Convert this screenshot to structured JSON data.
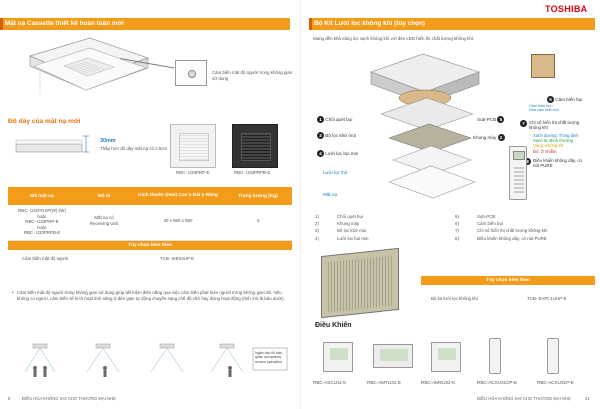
{
  "brand": "TOSHIBA",
  "left": {
    "header": "Mặt nạ Cassette thiết kế hoàn toàn mới",
    "sensor_callout": "Cảm biến mặt độ người trong không gian sử dụng",
    "thickness_title": "Độ dày của mặt nạ mới",
    "thickness_value": "30mm",
    "thickness_note": "Thấp hơn độ dày mặt nạ cũ 2.5cm",
    "panel_white_label": "RBC- U33PRP-E",
    "panel_black_label": "RBC- U33PRPB-E",
    "table": {
      "headers": [
        "Mã mặt nạ",
        "Mô tả",
        "Kích thước (mm) Cao x Dài x Rộng",
        "Trọng lượng (Kg)"
      ],
      "model_lines": [
        "RBC- U31PGXP(W)-(W)",
        "hoặc",
        "RBC- U33PRP-E",
        "hoặc",
        "RBC- U33PRPB-E"
      ],
      "description_lines": [
        "Mặt nạ có",
        "Receiving Unit"
      ],
      "size": "30 x 950 x 950",
      "weight": "4",
      "option_header": "Tùy chọn kèm theo",
      "option_name": "Cảm biến mật độ người",
      "option_code": "TCB- SIR33UP-E"
    },
    "bullet": "Cảm biến mật độ người trong không gian sử dụng giúp tiết kiệm điện năng qua việc cảm biến phát hiện người trong không gian đó. Nếu không có người, cảm biến sẽ kích hoạt tính năng ở đèn gian tự động chuyển sang chế độ chờ hay dừng hoạt động (tình mở là bán dưới).",
    "illus_caption": "Ngăn cản lỗi bảo quản occupancy sensor operation",
    "page_num": "8",
    "footer": "ĐIỀU HÒA KHÔNG KHÍ CHO THƯƠNG MẠI NHẸ"
  },
  "right": {
    "header": "Bộ Kit Lưới lọc không khí (tùy chọn)",
    "intro": "Mang đến khả năng lọc sạch không khí với đèn LED hiển thị chất lượng không khí.",
    "callouts": {
      "c6": "Cảm biến bụi",
      "c7_lines": [
        "Chỉ số hiển thị chất lượng",
        "không khí"
      ],
      "led_lines": [
        "Xanh dương: Trong lành",
        "Xanh lá: Bình thường",
        "Vàng: Không tốt",
        "Đỏ: Ô nhiễm"
      ],
      "c8_lines": [
        "Điều khiển không dây, có",
        "nút PURE"
      ],
      "c5": "Sub-PCB",
      "c2": "Khung máy",
      "c1": "Chổi quét bụi",
      "c3": "Bộ lọc khử mùi",
      "c4": "Lưới lọc bụi mịn",
      "filter_label": "Lưới lọc thô",
      "panel_label": "Mặt nạ",
      "sensor_small_lines": [
        "Cảm biến bụi /",
        "Nhà cảm biến bụi"
      ]
    },
    "legend": [
      {
        "n": "1)",
        "t": "Chổi quét bụi"
      },
      {
        "n": "5)",
        "t": "Sub-PCB"
      },
      {
        "n": "2)",
        "t": "Khung máy"
      },
      {
        "n": "6)",
        "t": "Cảm biến bụi"
      },
      {
        "n": "3)",
        "t": "Bộ lọc khử mùi"
      },
      {
        "n": "7)",
        "t": "Chỉ số hiển thị chất lượng không khí"
      },
      {
        "n": "4)",
        "t": "Lưới lọc bụi mịn"
      },
      {
        "n": "8)",
        "t": "Điều khiển không dây, có nút PURE"
      }
    ],
    "option_header": "Tùy chọn kèm theo",
    "option_name": "Bộ kit lưới lọc không khí",
    "option_code": "TCB- EAPC1UHP-E",
    "controls_title": "Điều Khiển",
    "controllers": [
      "RBC-ASCU11-E",
      "RBC-AMTU31-E",
      "RBC-AMSU52-E",
      "RBC-ACXU31CP-E",
      "RBC-ACXU31P-E"
    ],
    "page_num": "31",
    "footer": "ĐIỀU HÒA KHÔNG KHÍ CHO THƯƠNG MẠI NHẸ"
  },
  "colors": {
    "accent": "#f39c1a",
    "accent_dark": "#e05a00",
    "brand": "#e60012",
    "blue": "#1a7fc1"
  }
}
